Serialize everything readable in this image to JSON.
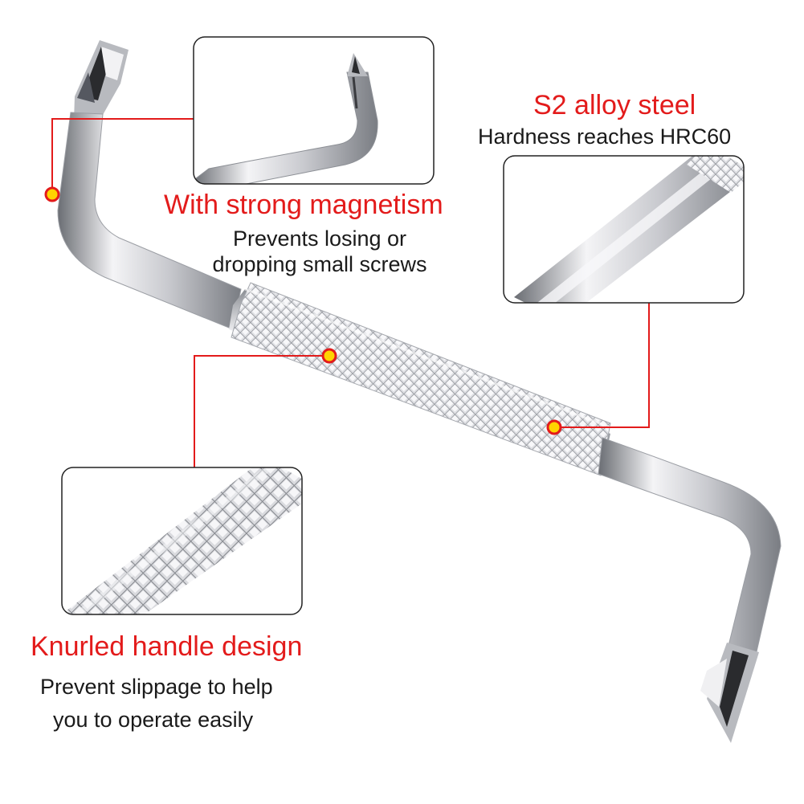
{
  "colors": {
    "accent": "#e31b1b",
    "marker_fill": "#ffd400",
    "metal_light": "#f4f4f6",
    "metal_dark": "#5c5f66",
    "background": "#ffffff"
  },
  "callouts": {
    "magnetism": {
      "heading": "With strong magnetism",
      "line1": "Prevents losing or",
      "line2": "dropping small screws"
    },
    "steel": {
      "heading": "S2 alloy steel",
      "line1": "Hardness reaches HRC60"
    },
    "knurled": {
      "heading": "Knurled handle design",
      "line1": "Prevent slippage to help",
      "line2": "you to operate easily"
    }
  },
  "icons": {
    "marker": "yellow-dot-marker",
    "tool": "z-shaped-offset-screwdriver"
  }
}
